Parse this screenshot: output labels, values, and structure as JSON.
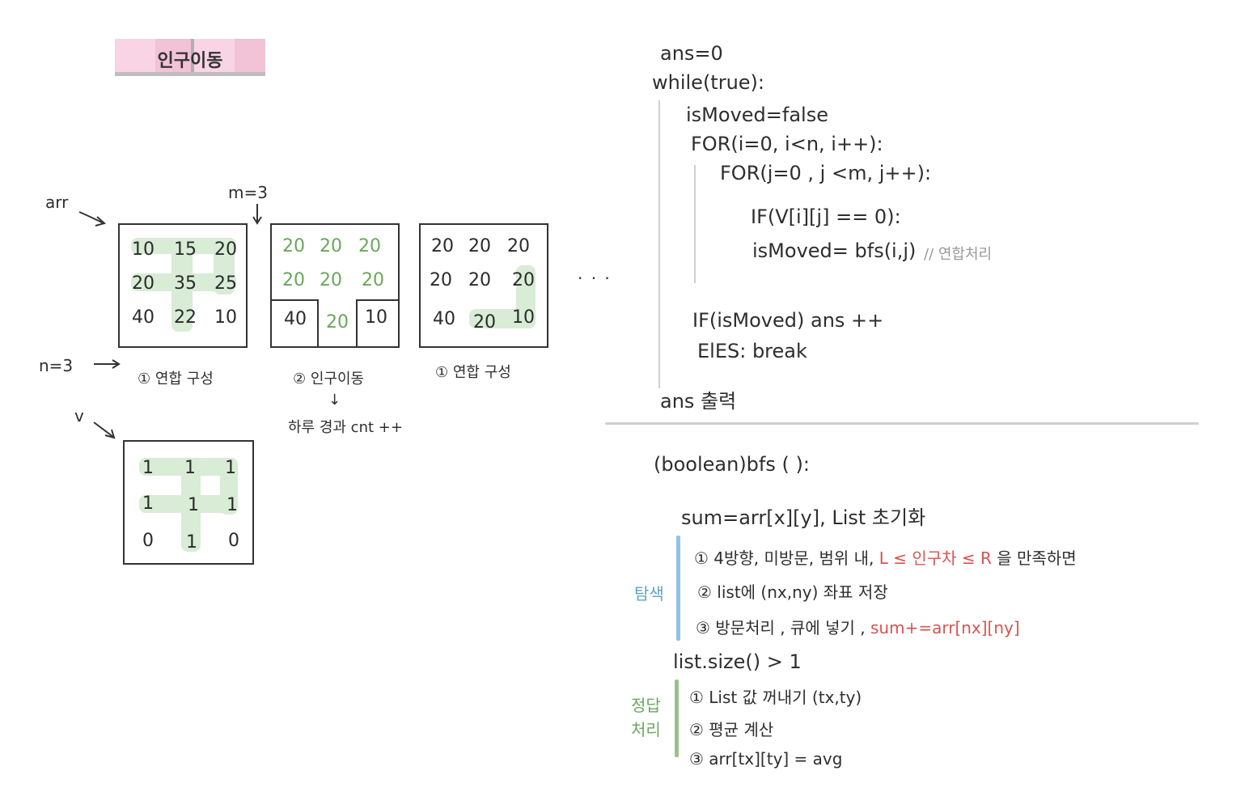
{
  "title": "인구이동",
  "labels": {
    "arr": "arr",
    "m": "m=3",
    "n": "n=3",
    "v": "v",
    "dots": ". . ."
  },
  "grid1": {
    "cells": [
      [
        "10",
        "15",
        "20"
      ],
      [
        "20",
        "35",
        "25"
      ],
      [
        "40",
        "22",
        "10"
      ]
    ],
    "caption": "① 연합 구성"
  },
  "grid2": {
    "cells": [
      [
        "20",
        "20",
        "20"
      ],
      [
        "20",
        "20",
        "20"
      ],
      [
        "40",
        "20",
        "10"
      ]
    ],
    "caption": "② 인구이동",
    "note_arrow": "↓",
    "note": "하루 경과 cnt ++"
  },
  "grid3": {
    "cells": [
      [
        "20",
        "20",
        "20"
      ],
      [
        "20",
        "20",
        "20"
      ],
      [
        "40",
        "20",
        "10"
      ]
    ],
    "caption": "① 연합 구성"
  },
  "grid_v": {
    "cells": [
      [
        "1",
        "1",
        "1"
      ],
      [
        "1",
        "1",
        "1"
      ],
      [
        "0",
        "1",
        "0"
      ]
    ]
  },
  "code_main": {
    "l1": "ans=0",
    "l2": "while(true):",
    "l3": "isMoved=false",
    "l4": "FOR(i=0, i<n, i++):",
    "l5": "FOR(j=0 , j <m, j++):",
    "l6": "IF(V[i][j] == 0):",
    "l7a": "isMoved= bfs(i,j)",
    "l7b": "// 연합처리",
    "l8": "IF(isMoved) ans ++",
    "l9": "ElES: break",
    "l10": "ans 출력"
  },
  "code_bfs": {
    "sig": "(boolean)bfs (   ):",
    "init": "sum=arr[x][y], List 초기화",
    "s1a": "① 4방향, 미방문, 범위 내,",
    "s1b": "L ≤ 인구차 ≤ R",
    "s1c": "을 만족하면",
    "s2": "② list에 (nx,ny) 좌표 저장",
    "s3a": "③ 방문처리 , 큐에 넣기 ,",
    "s3b": "sum+=arr[nx][ny]",
    "cond": "list.size() > 1",
    "a1": "① List 값 꺼내기 (tx,ty)",
    "a2": "② 평균 계산",
    "a3": "③ arr[tx][ty] = avg",
    "label_search": "탐색",
    "label_answer_1": "정답",
    "label_answer_2": "처리"
  }
}
